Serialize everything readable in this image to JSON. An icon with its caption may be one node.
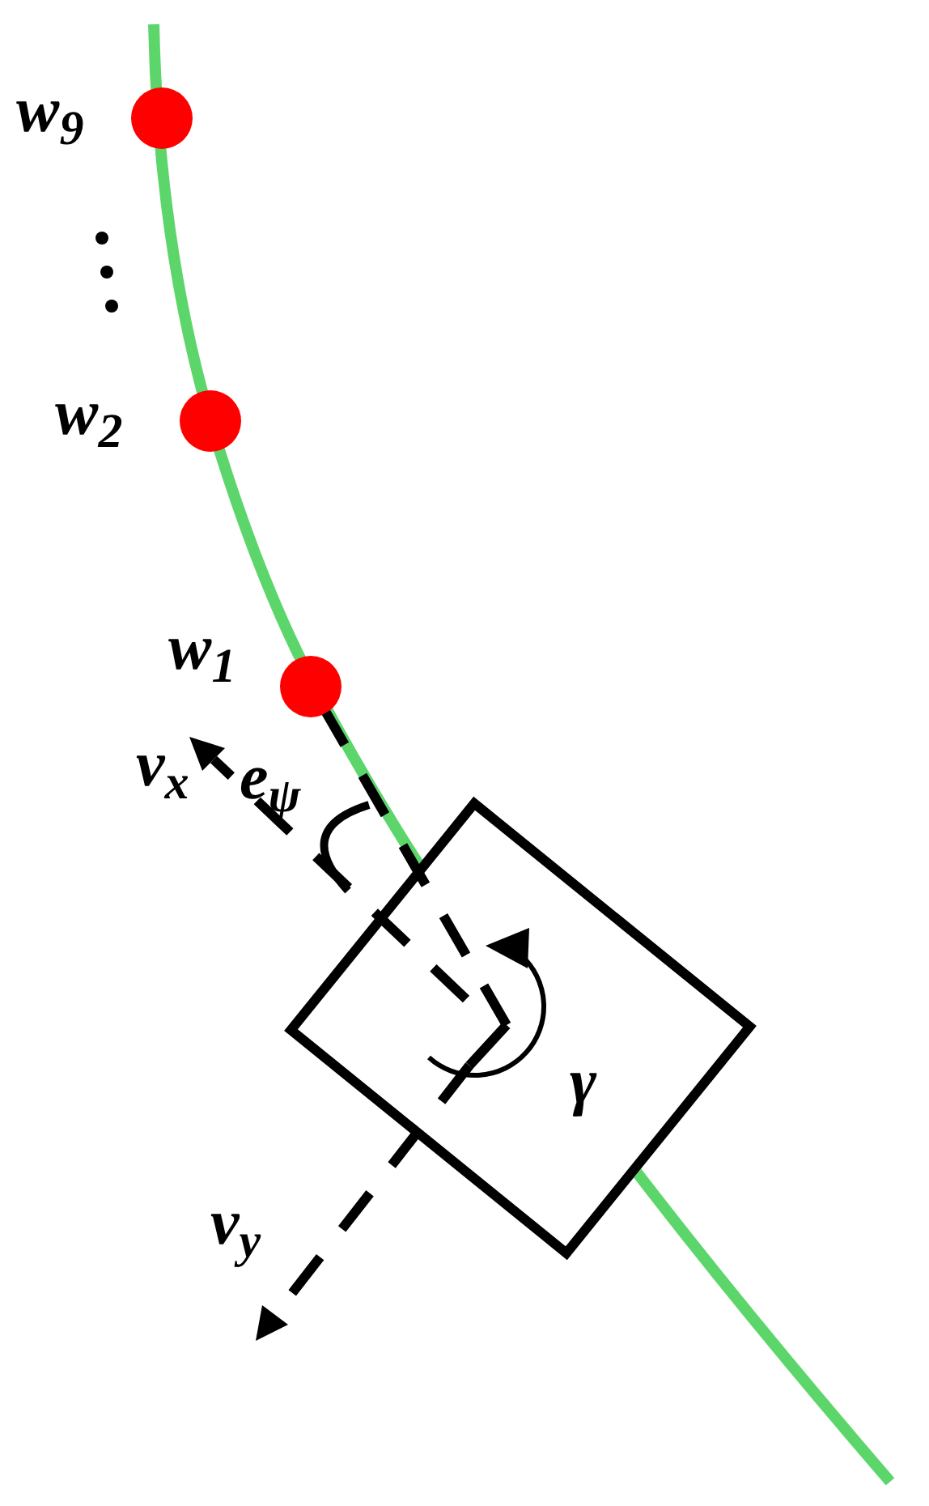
{
  "diagram": {
    "nodes": [
      {
        "text": [],
        "shape": "circle",
        "beside": [
          "w$_{9}$"
        ]
      },
      {
        "text": [],
        "shape": "circle",
        "beside": [
          "w$_{2}$"
        ]
      },
      {
        "text": [],
        "shape": "circle",
        "beside": [
          "w$_{1}$"
        ]
      },
      {
        "text": [],
        "shape": "box"
      }
    ],
    "edges": [
      {
        "from": 3,
        "to": 2,
        "arrow": "none",
        "style": "dashed"
      }
    ],
    "labels": [
      "v$_{x}$",
      "e$_{ψ}$",
      "γ",
      "v$_{y}$"
    ]
  }
}
